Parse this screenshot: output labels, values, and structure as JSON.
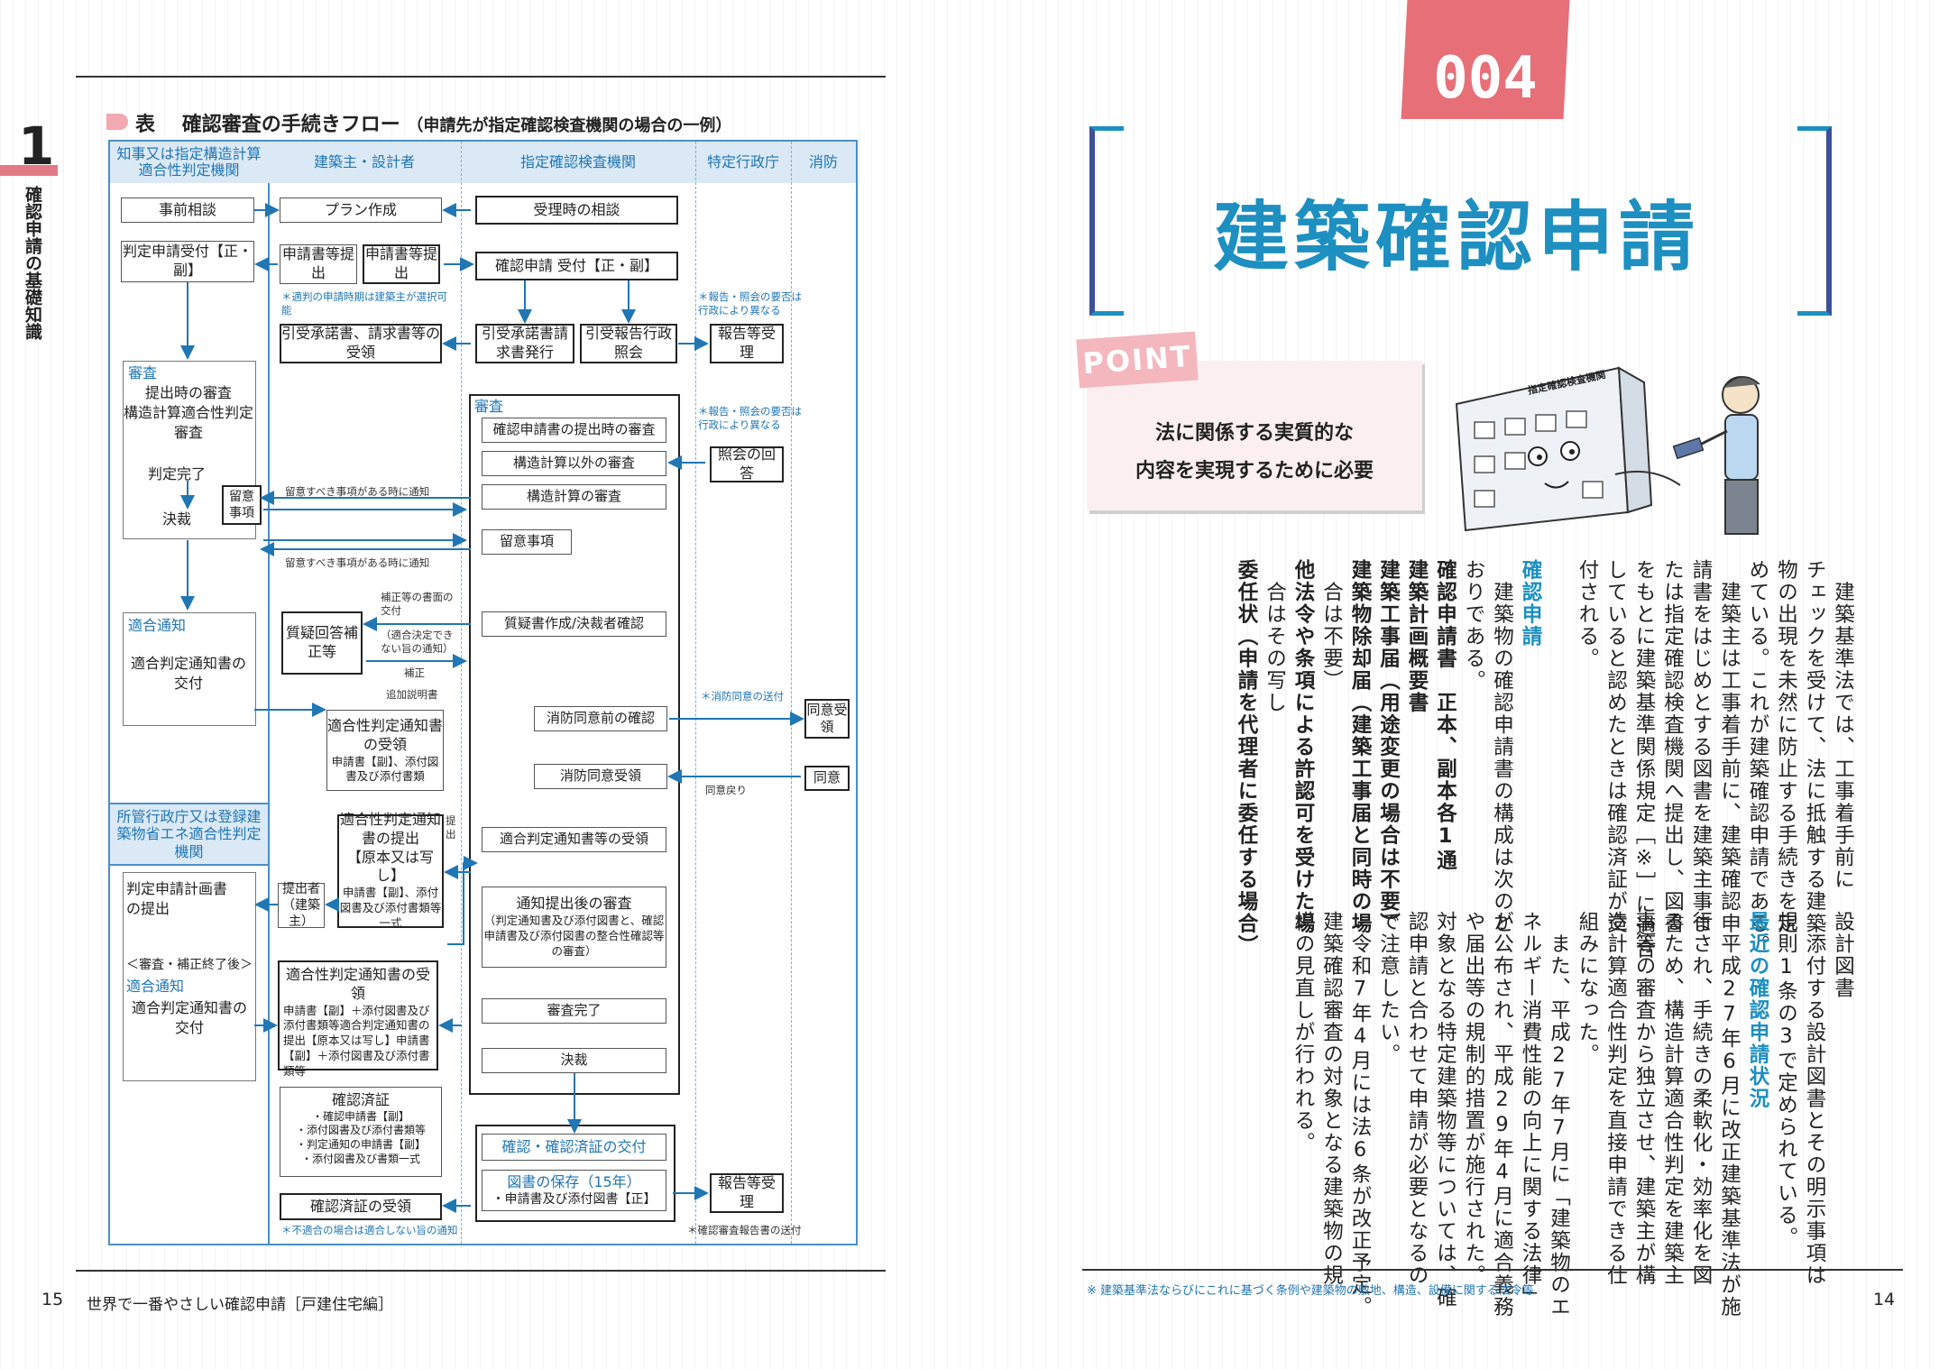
{
  "left": {
    "chapter_number": "1",
    "chapter_label": "確認申請の基礎知識",
    "page_number": "15",
    "footer_title": "世界で一番やさしい確認申請［戸建住宅編］",
    "caption": {
      "label": "表",
      "title": "確認審査の手続きフロー",
      "subtitle": "（申請先が指定確認検査機関の場合の一例）"
    },
    "lanes": [
      "知事又は指定構造計算適合性判定機関",
      "建築主・設計者",
      "指定確認検査機関",
      "特定行政庁",
      "消防"
    ],
    "section_header": "所管行政庁又は登録建築物省エネ適合性判定機関",
    "nodes": {
      "prior_consult": "事前相談",
      "plan": "プラン作成",
      "receipt_consult": "受理時の相談",
      "judge_receive": "判定申請受付【正・副】",
      "app_submit_1": "申請書等提出",
      "app_submit_2": "申請書等提出",
      "confirm_receive": "確認申請 受付【正・副】",
      "note_timing": "＊適判の申請時期は建築主が選択可能",
      "note_report1": "＊報告・照会の要否は行政により異なる",
      "inherit_accept": "引受承諾書、請求書等の受領",
      "inherit_issue": "引受承諾書請求書発行",
      "inherit_report": "引受報告行政照会",
      "report_accept1": "報告等受理",
      "review_left_title": "審査",
      "review_left_1": "提出時の審査",
      "review_left_2": "構造計算適合性判定審査",
      "review_left_3": "判定完了",
      "review_left_4": "決裁",
      "reserve_left": "留意事項",
      "notify_lbl1": "留意すべき事項がある時に通知",
      "notify_lbl2": "留意すべき事項がある時に通知",
      "review_center_title": "審査",
      "rc_1": "確認申請書の提出時の審査",
      "rc_2": "構造計算以外の審査",
      "rc_3": "構造計算の審査",
      "rc_4": "留意事項",
      "note_report2": "＊報告・照会の要否は行政により異なる",
      "inquiry_reply": "照会の回答",
      "note_doc_delivery": "補正等の書面の交付",
      "note_nonconform": "（適合決定できない旨の通知）",
      "note_correction": "補正",
      "note_additional": "追加説明書",
      "qa_correct": "質疑回答補正等",
      "question_create": "質疑書作成/決裁者確認",
      "conform_notice_title": "適合通知",
      "conform_notice_body": "適合判定通知書の交付",
      "receive_conform_notice": "適合性判定通知書の受領",
      "receive_conform_detail": "申請書【副】、添付図書及び添付書類",
      "fire_confirm": "消防同意前の確認",
      "note_fire_send": "＊消防同意の送付",
      "fire_accept": "同意受領",
      "fire_consent_receive": "消防同意受領",
      "fire_return": "同意戻り",
      "fire_consent": "同意",
      "submit_conform_title": "適合性判定通知書の提出",
      "submit_conform_sub": "【原本又は写し】",
      "submit_conform_detail": "申請書【副】、添付図書及び添付書類等一式",
      "submit_lbl": "提出",
      "accept_judge_notice": "適合判定通知書等の受領",
      "judge_apply": "判定申請計画書の提出",
      "submitter": "提出者（建築主）",
      "review_end_label": "＜審査・補正終了後＞",
      "conform_notice2_title": "適合通知",
      "conform_notice2_body": "適合判定通知書の交付",
      "post_review_title": "通知提出後の審査",
      "post_review_body": "（判定通知書及び添付図書と、確認申請書及び添付図書の整合性確認等の審査）",
      "receive_conform2_title": "適合性判定通知書の受領",
      "receive_conform2_body": "申請書【副】＋添付図書及び添付書類等適合判定通知書の提出【原本又は写し】申請書【副】＋添付図書及び添付書類等",
      "review_done": "審査完了",
      "approve": "決裁",
      "cert_title": "確認済証",
      "cert_items": [
        "・確認申請書【副】",
        "・添付図書及び添付書類等",
        "・判定通知の申請書【副】",
        "・添付図書及び書類一式"
      ],
      "cert_issue": "確認・確認済証の交付",
      "doc_keep_title": "図書の保存（15年）",
      "doc_keep_body": "・申請書及び添付図書【正】",
      "report_accept2": "報告等受理",
      "cert_receive": "確認済証の受領",
      "note_nonconform_final": "＊不適合の場合は適合しない旨の通知",
      "note_report_send": "＊確認審査報告書の送付"
    }
  },
  "right": {
    "page_number": "14",
    "section_number": "004",
    "title": "建築確認申請",
    "point_tag": "POINT",
    "point_lines": [
      "法に関係する実質的な",
      "内容を実現するために必要"
    ],
    "building_sign": "指定確認検査機関",
    "columns": [
      {
        "style": "normal",
        "text": "　建築基準法では、工事着手前に"
      },
      {
        "style": "normal",
        "text": "チェックを受けて、法に抵触する建築"
      },
      {
        "style": "normal",
        "text": "物の出現を未然に防止する手続きを定"
      },
      {
        "style": "normal",
        "text": "めている。これが建築確認申請である。"
      },
      {
        "style": "normal",
        "text": "　建築主は工事着手前に、建築確認申"
      },
      {
        "style": "normal",
        "text": "請書をはじめとする図書を建築主事ま"
      },
      {
        "style": "normal",
        "text": "たは指定確認検査機関へ提出し、図書"
      },
      {
        "style": "normal",
        "text": "をもとに建築基準関係規定［※］に適合"
      },
      {
        "style": "normal",
        "text": "していると認めたときは確認済証が交"
      },
      {
        "style": "normal",
        "text": "付される。"
      },
      {
        "style": "gap",
        "text": ""
      },
      {
        "style": "heading",
        "text": "確認申請"
      },
      {
        "style": "normal",
        "text": "　建築物の確認申請書の構成は次のと"
      },
      {
        "style": "normal",
        "text": "おりである。"
      },
      {
        "style": "bold",
        "text": "確認申請書　正本、副本各1通"
      },
      {
        "style": "bold",
        "text": "建築計画概要書"
      },
      {
        "style": "bold",
        "text": "建築工事届（用途変更の場合は不要）"
      },
      {
        "style": "bold",
        "text": "建築物除却届（建築工事届と同時の場"
      },
      {
        "style": "normal",
        "text": "　合は不要）"
      },
      {
        "style": "bold",
        "text": "他法令や条項による許認可を受けた場"
      },
      {
        "style": "normal",
        "text": "　合はその写し"
      },
      {
        "style": "bold",
        "text": "委任状（申請を代理者に委任する場合）"
      },
      {
        "style": "lower",
        "text": "設計図書"
      },
      {
        "style": "lower",
        "text": "　添付する設計図書とその明示事項は"
      },
      {
        "style": "lower",
        "text": "規則1条の3で定められている。"
      },
      {
        "style": "lower-heading",
        "text": "最近の確認申請状況"
      },
      {
        "style": "lower",
        "text": "　平成27年6月に改正建築基準法が施"
      },
      {
        "style": "lower",
        "text": "行され、手続きの柔軟化・効率化を図"
      },
      {
        "style": "lower",
        "text": "るため、構造計算適合性判定を建築主"
      },
      {
        "style": "lower",
        "text": "事等の審査から独立させ、建築主が構"
      },
      {
        "style": "lower",
        "text": "造計算適合性判定を直接申請できる仕"
      },
      {
        "style": "lower",
        "text": "組みになった。"
      },
      {
        "style": "lower",
        "text": "　また、平成27年7月に「建築物のエ"
      },
      {
        "style": "lower",
        "text": "ネルギー消費性能の向上に関する法律」"
      },
      {
        "style": "lower",
        "text": "が公布され、平成29年4月に適合義務"
      },
      {
        "style": "lower",
        "text": "や届出等の規制的措置が施行された。"
      },
      {
        "style": "lower",
        "text": "対象となる特定建築物等については、確"
      },
      {
        "style": "lower",
        "text": "認申請と合わせて申請が必要となるの"
      },
      {
        "style": "lower",
        "text": "で注意したい。"
      },
      {
        "style": "lower",
        "text": "　令和7年4月には法6条が改正予定。"
      },
      {
        "style": "lower",
        "text": "建築確認審査の対象となる建築物の規"
      },
      {
        "style": "lower",
        "text": "模の見直しが行われる。"
      }
    ],
    "footnote": "※ 建築基準法ならびにこれに基づく条例や建築物の敷地、構造、設備に関する法令等"
  }
}
